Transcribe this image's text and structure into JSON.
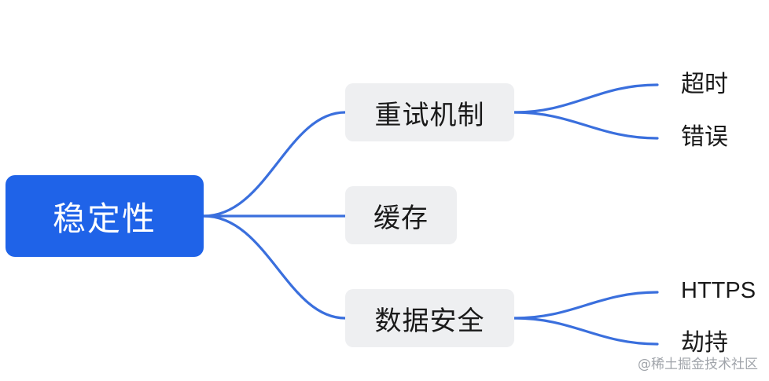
{
  "diagram": {
    "root": {
      "label": "稳定性"
    },
    "branches": [
      {
        "label": "重试机制",
        "children": [
          {
            "label": "超时"
          },
          {
            "label": "错误"
          }
        ]
      },
      {
        "label": "缓存",
        "children": []
      },
      {
        "label": "数据安全",
        "children": [
          {
            "label": "HTTPS"
          },
          {
            "label": "劫持"
          }
        ]
      }
    ]
  },
  "watermark": {
    "text": "@稀土掘金技术社区"
  },
  "colors": {
    "root_fill": "#1f63e8",
    "branch_fill": "#eeeff1",
    "connector": "#3a6fdd",
    "text": "#1a1a1a"
  }
}
